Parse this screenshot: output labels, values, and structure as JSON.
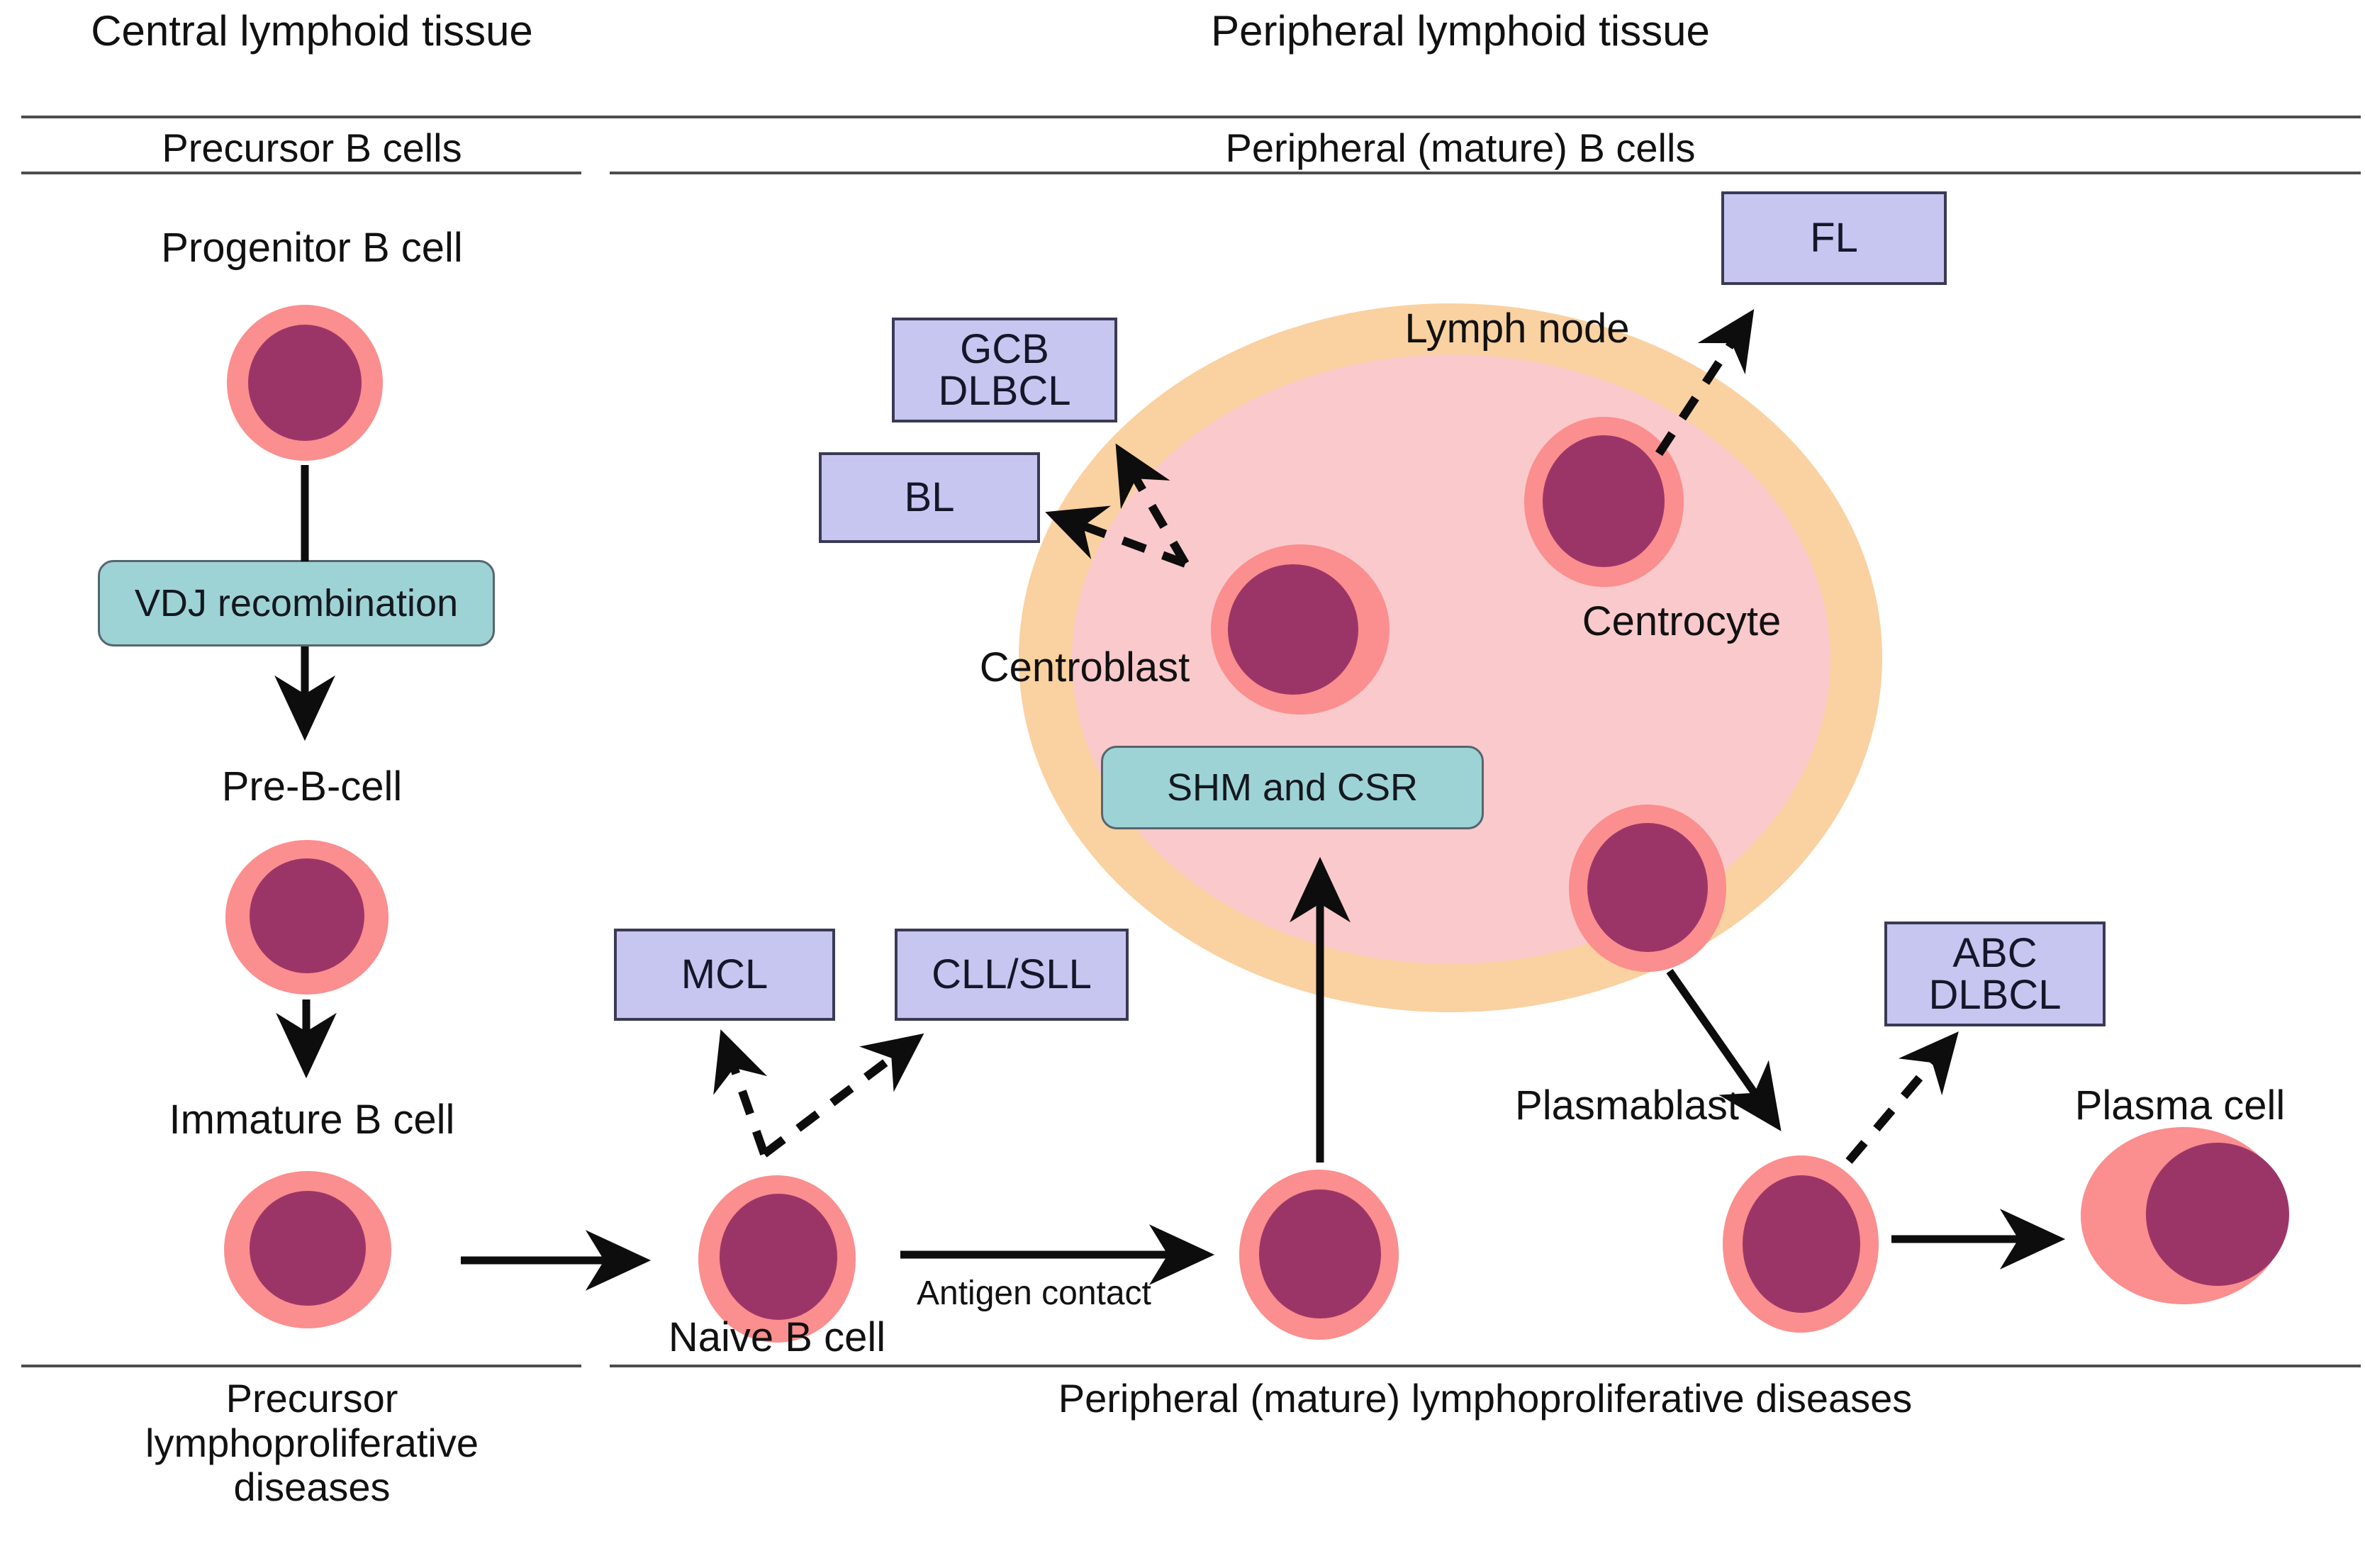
{
  "headers": {
    "left_tissue": "Central lymphoid tissue",
    "right_tissue": "Peripheral lymphoid tissue",
    "left_stage": "Precursor B cells",
    "right_stage": "Peripheral (mature) B cells"
  },
  "footers": {
    "left_diseases": "Precursor lymphoproliferative diseases",
    "right_diseases": "Peripheral (mature) lymphoproliferative diseases"
  },
  "cells": {
    "progenitor": "Progenitor B cell",
    "pre_b": "Pre-B-cell",
    "immature": "Immature B cell",
    "naive": "Naive B cell",
    "centroblast": "Centroblast",
    "centrocyte": "Centrocyte",
    "plasmablast": "Plasmablast",
    "plasma": "Plasma cell"
  },
  "structures": {
    "lymph_node": "Lymph node"
  },
  "processes": {
    "vdj": "VDJ recombination",
    "shm_csr": "SHM and CSR",
    "antigen_contact": "Antigen contact"
  },
  "diseases": {
    "gcb_dlbcl": "GCB\nDLBCL",
    "gcb_dlbcl_line1": "GCB",
    "gcb_dlbcl_line2": "DLBCL",
    "bl": "BL",
    "fl": "FL",
    "mcl": "MCL",
    "cll_sll": "CLL/SLL",
    "abc_dlbcl_line1": "ABC",
    "abc_dlbcl_line2": "DLBCL"
  },
  "colors": {
    "cytoplasm": "#fb8e8e",
    "nucleus": "#9c3567",
    "lymph_node_cortex": "#fad1a0",
    "germinal_center": "#fac9cb",
    "process_pill": "#9ed3d6",
    "disease_box": "#c6c6f0",
    "disease_box_border": "#3a3a55",
    "rule": "#4d4d4d",
    "text": "#111111"
  }
}
